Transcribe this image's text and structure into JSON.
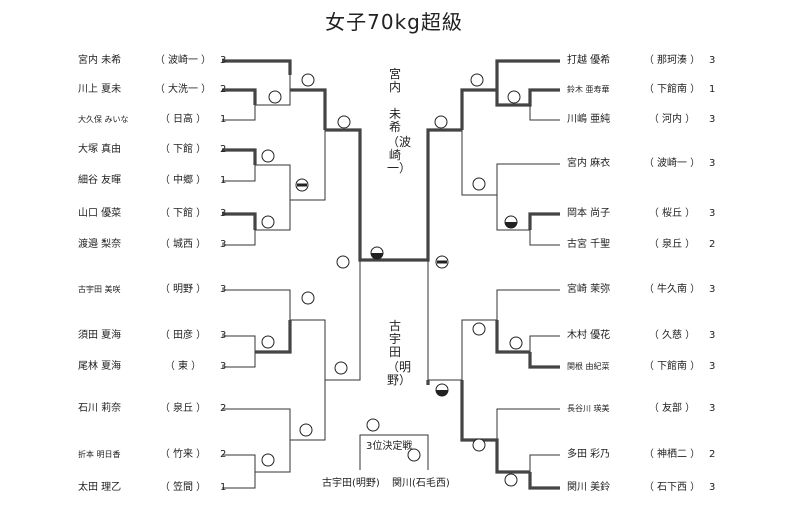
{
  "title": "女子70kg超級",
  "left_players": [
    {
      "name": "宮内 未希",
      "school": "波崎一",
      "seed": "3",
      "small": false
    },
    {
      "name": "川上 夏未",
      "school": "大洗一",
      "seed": "2",
      "small": false
    },
    {
      "name": "大久保 みいな",
      "school": "日高",
      "seed": "1",
      "small": true
    },
    {
      "name": "大塚 真由",
      "school": "下館",
      "seed": "2",
      "small": false
    },
    {
      "name": "細谷 友暉",
      "school": "中郷",
      "seed": "1",
      "small": false
    },
    {
      "name": "山口 優菜",
      "school": "下館",
      "seed": "3",
      "small": false
    },
    {
      "name": "渡邉 梨奈",
      "school": "城西",
      "seed": "3",
      "small": false
    },
    {
      "name": "古宇田 美咲",
      "school": "明野",
      "seed": "3",
      "small": true
    },
    {
      "name": "須田 夏海",
      "school": "田彦",
      "seed": "3",
      "small": false
    },
    {
      "name": "尾林 夏海",
      "school": "東",
      "seed": "3",
      "small": false
    },
    {
      "name": "石川 莉奈",
      "school": "泉丘",
      "seed": "2",
      "small": false
    },
    {
      "name": "折本 明日香",
      "school": "竹来",
      "seed": "2",
      "small": true
    },
    {
      "name": "太田 理乙",
      "school": "笠間",
      "seed": "1",
      "small": false
    }
  ],
  "right_players": [
    {
      "name": "打越 優希",
      "school": "那珂湊",
      "seed": "3",
      "small": false
    },
    {
      "name": "鈴木 亜寿華",
      "school": "下館南",
      "seed": "1",
      "small": true
    },
    {
      "name": "川嶋 亜純",
      "school": "河内",
      "seed": "3",
      "small": false
    },
    {
      "name": "宮内 麻衣",
      "school": "波崎一",
      "seed": "3",
      "small": false
    },
    {
      "name": "岡本 尚子",
      "school": "桜丘",
      "seed": "3",
      "small": false
    },
    {
      "name": "古宮 千聖",
      "school": "泉丘",
      "seed": "2",
      "small": false
    },
    {
      "name": "宮崎 茉弥",
      "school": "牛久南",
      "seed": "3",
      "small": false
    },
    {
      "name": "木村 優花",
      "school": "久慈",
      "seed": "3",
      "small": false
    },
    {
      "name": "関根 由紀菜",
      "school": "下館南",
      "seed": "3",
      "small": true
    },
    {
      "name": "長谷川 瑛美",
      "school": "友部",
      "seed": "3",
      "small": true
    },
    {
      "name": "多田 彩乃",
      "school": "神栖二",
      "seed": "2",
      "small": false
    },
    {
      "name": "関川 美鈴",
      "school": "石下西",
      "seed": "3",
      "small": false
    }
  ],
  "winner": {
    "surname": "宮内",
    "given": "未希",
    "school": "（波崎一）"
  },
  "runner_up": {
    "name": "古宇田",
    "school": "（明野）"
  },
  "third_place": {
    "label": "3位決定戦",
    "left": "古宇田(明野)",
    "right": "関川(石毛西)"
  }
}
